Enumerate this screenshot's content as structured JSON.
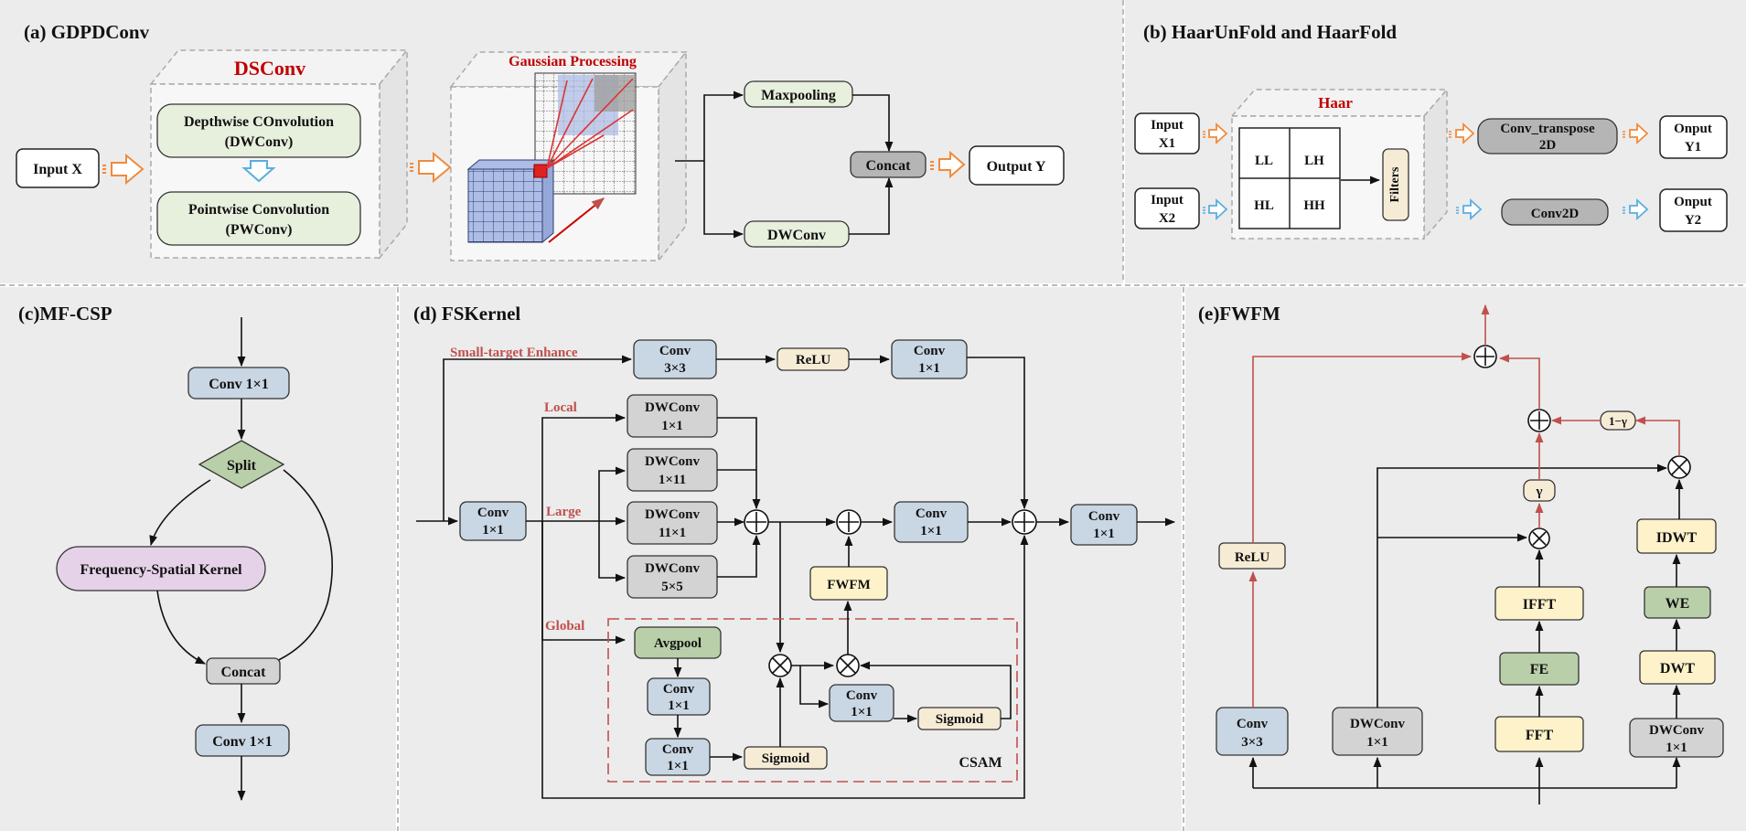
{
  "colors": {
    "panel_bg": "#ececec",
    "blue_box": "#c9d6e3",
    "gray_box": "#d3d3d3",
    "green_box": "#b9cfa9",
    "yellow_box": "#fdf2c9",
    "cream_box": "#f6ecd6",
    "light_green": "#e7efdd",
    "purple_box": "#e5d2e9",
    "dark_gray_box": "#b5b5b5",
    "red_line": "#c0504d",
    "orange_arrow": "#f08b3c",
    "blue_arrow": "#5aaee0",
    "grid_blue": "#aebde6",
    "red_text": "#c00000"
  },
  "panel_a": {
    "title": "(a) GDPDConv",
    "dsconv": "DSConv",
    "gaussian": "Gaussian Processing",
    "input": "Input X",
    "dw1": "Depthwise COnvolution",
    "dw2": "(DWConv)",
    "pw1": "Pointwise Convolution",
    "pw2": "(PWConv)",
    "maxpool": "Maxpooling",
    "dwconv": "DWConv",
    "concat": "Concat",
    "output": "Output Y"
  },
  "panel_b": {
    "title": "(b) HaarUnFold and HaarFold",
    "haar": "Haar",
    "in1a": "Input",
    "in1b": "X1",
    "in2a": "Input",
    "in2b": "X2",
    "ll": "LL",
    "lh": "LH",
    "hl": "HL",
    "hh": "HH",
    "filters": "Filters",
    "convt1": "Conv_transpose",
    "convt2": "2D",
    "conv2d": "Conv2D",
    "out1a": "Onput",
    "out1b": "Y1",
    "out2a": "Onput",
    "out2b": "Y2"
  },
  "panel_c": {
    "title": "(c)MF-CSP",
    "conv_top": "Conv 1×1",
    "split": "Split",
    "kernel": "Frequency-Spatial Kernel",
    "concat": "Concat",
    "conv_bottom": "Conv 1×1"
  },
  "panel_d": {
    "title": "(d) FSKernel",
    "small": "Small-target Enhance",
    "local": "Local",
    "large": "Large",
    "global": "Global",
    "conv": "Conv",
    "k3": "3×3",
    "k1": "1×1",
    "relu": "ReLU",
    "dwconv": "DWConv",
    "k1x11": "1×11",
    "k11x1": "11×1",
    "k5": "5×5",
    "fwfm": "FWFM",
    "avgpool": "Avgpool",
    "sigmoid": "Sigmoid",
    "csam": "CSAM"
  },
  "panel_e": {
    "title": "(e)FWFM",
    "relu": "ReLU",
    "conv": "Conv",
    "k3": "3×3",
    "dwconv": "DWConv",
    "k1": "1×1",
    "fft": "FFT",
    "fe": "FE",
    "ifft": "IFFT",
    "dwt": "DWT",
    "we": "WE",
    "idwt": "IDWT",
    "gamma": "γ",
    "one_minus_gamma": "1−γ"
  }
}
